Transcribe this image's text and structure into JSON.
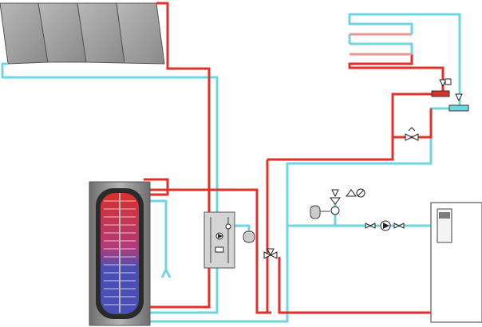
{
  "colors": {
    "hot": "#e3302a",
    "cold": "#6fd6e0",
    "panel_fill": "#9a9a9a",
    "panel_edge": "#5a5a5a",
    "tank_shell": "#8c8c8c",
    "tank_inner": "#2a2a2a",
    "coil_hot": "#d8312b",
    "coil_cold": "#4a4fb5",
    "floor_return": "#e59a98",
    "boiler_fill": "#ffffff",
    "boiler_edge": "#7a7a7a",
    "station_fill": "#d4d4d4"
  },
  "components": {
    "solar_collector": "solar-collector-array",
    "storage_tank": "solar-storage-tank",
    "solar_station": "solar-pump-station",
    "floor_heating": "floor-heating-circuits",
    "mixing_valve": "three-way-mixing-valve",
    "boiler": "wall-hung-boiler",
    "heating_pump": "heating-circuit-pump",
    "expansion_vessel": "expansion-vessel",
    "safety_group": "safety-valve-group"
  }
}
